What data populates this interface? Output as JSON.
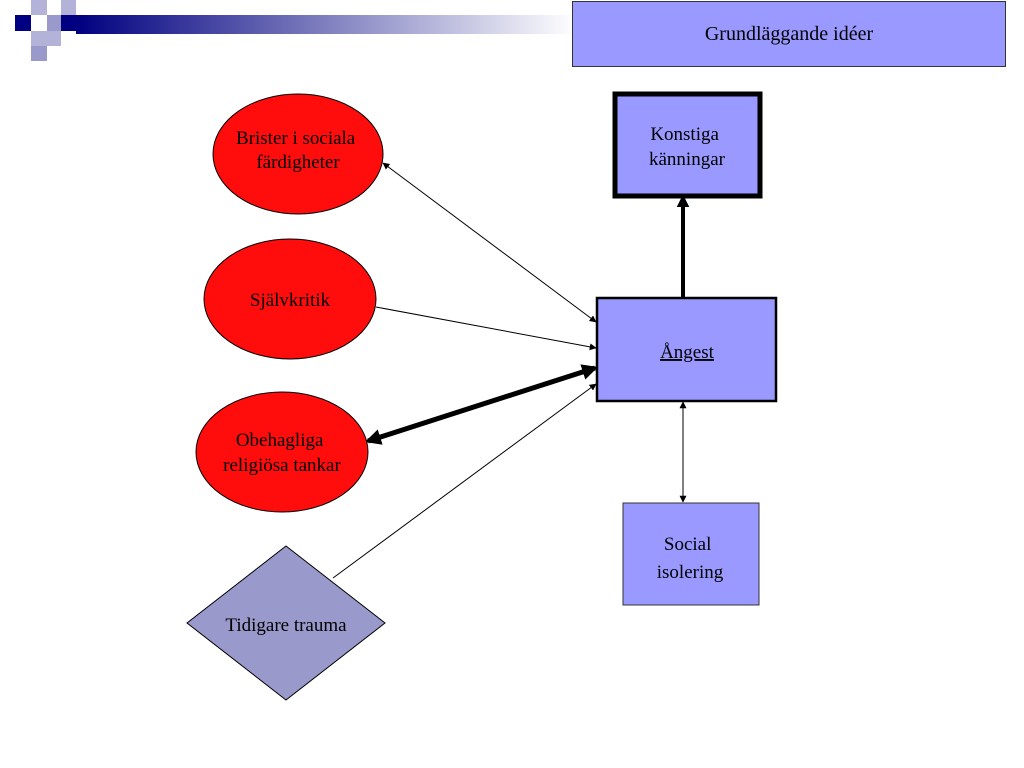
{
  "title": "Grundläggande idéer",
  "colors": {
    "ellipse_fill": "#ff0d0d",
    "box_fill": "#9999ff",
    "diamond_fill": "#9999cc",
    "decor_dark": "#000080",
    "decor_light": "#9999cc"
  },
  "nodes": {
    "brister": {
      "lines": [
        "Brister i sociala",
        "färdigheter"
      ]
    },
    "sjalvkritik": {
      "lines": [
        "Självkritik"
      ]
    },
    "obehagliga": {
      "lines": [
        "Obehagliga",
        "religiösa tankar"
      ]
    },
    "trauma": {
      "lines": [
        "Tidigare trauma"
      ]
    },
    "konstiga": {
      "lines": [
        "Konstiga",
        "känningar"
      ]
    },
    "angest": {
      "lines": [
        "Ångest"
      ]
    },
    "social": {
      "lines": [
        "Social",
        "isolering"
      ]
    }
  }
}
